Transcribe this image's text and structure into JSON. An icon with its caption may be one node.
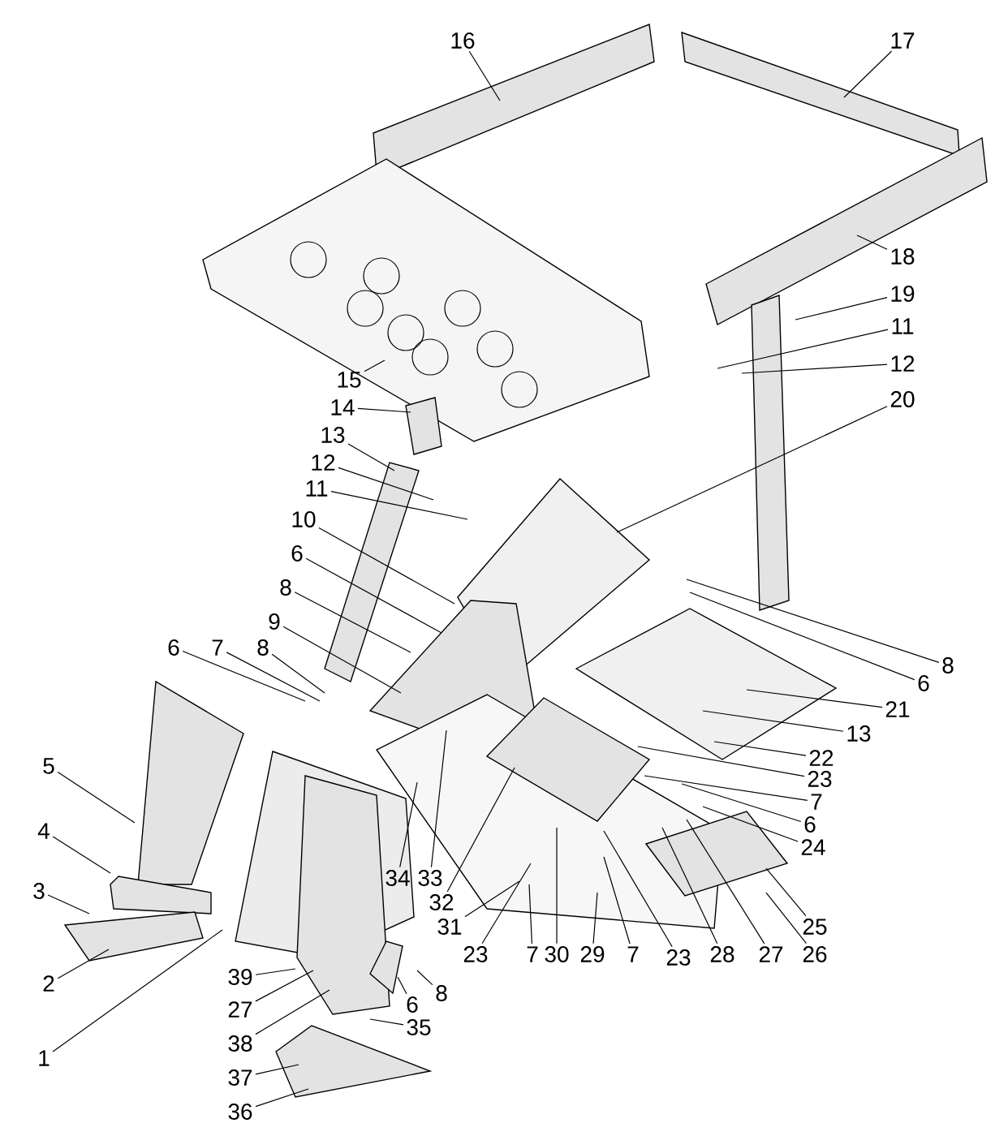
{
  "diagram": {
    "nodes": [
      {
        "text": [
          "16"
        ]
      },
      {
        "text": [
          "17"
        ]
      },
      {
        "text": [
          "18"
        ]
      },
      {
        "text": [
          "19"
        ]
      },
      {
        "text": [
          "11"
        ]
      },
      {
        "text": [
          "12"
        ]
      },
      {
        "text": [
          "15"
        ]
      },
      {
        "text": [
          "20"
        ]
      },
      {
        "text": [
          "14"
        ]
      },
      {
        "text": [
          "13"
        ]
      },
      {
        "text": [
          "12"
        ]
      },
      {
        "text": [
          "11"
        ]
      },
      {
        "text": [
          "10"
        ]
      },
      {
        "text": [
          "6"
        ]
      },
      {
        "text": [
          "8"
        ]
      },
      {
        "text": [
          "9"
        ]
      },
      {
        "text": [
          "8"
        ]
      },
      {
        "text": [
          "6"
        ]
      },
      {
        "text": [
          "7"
        ]
      },
      {
        "text": [
          "8"
        ]
      },
      {
        "text": [
          "6"
        ]
      },
      {
        "text": [
          "21"
        ]
      },
      {
        "text": [
          "13"
        ]
      },
      {
        "text": [
          "22"
        ]
      },
      {
        "text": [
          "5"
        ]
      },
      {
        "text": [
          "23"
        ]
      },
      {
        "text": [
          "7"
        ]
      },
      {
        "text": [
          "6"
        ]
      },
      {
        "text": [
          "4"
        ]
      },
      {
        "text": [
          "24"
        ]
      },
      {
        "text": [
          "34"
        ]
      },
      {
        "text": [
          "33"
        ]
      },
      {
        "text": [
          "3"
        ]
      },
      {
        "text": [
          "32"
        ]
      },
      {
        "text": [
          "31"
        ]
      },
      {
        "text": [
          "25"
        ]
      },
      {
        "text": [
          "23"
        ]
      },
      {
        "text": [
          "7"
        ]
      },
      {
        "text": [
          "30"
        ]
      },
      {
        "text": [
          "29"
        ]
      },
      {
        "text": [
          "7"
        ]
      },
      {
        "text": [
          "23"
        ]
      },
      {
        "text": [
          "28"
        ]
      },
      {
        "text": [
          "27"
        ]
      },
      {
        "text": [
          "26"
        ]
      },
      {
        "text": [
          "39"
        ]
      },
      {
        "text": [
          "2"
        ]
      },
      {
        "text": [
          "27"
        ]
      },
      {
        "text": [
          "8"
        ]
      },
      {
        "text": [
          "6"
        ]
      },
      {
        "text": [
          "35"
        ]
      },
      {
        "text": [
          "38"
        ]
      },
      {
        "text": [
          "1"
        ]
      },
      {
        "text": [
          "37"
        ]
      },
      {
        "text": [
          "36"
        ]
      }
    ],
    "edges": [
      {
        "from": 0,
        "to": null,
        "arrow": "none"
      },
      {
        "from": 1,
        "to": null,
        "arrow": "none"
      },
      {
        "from": 2,
        "to": null,
        "arrow": "none"
      },
      {
        "from": 3,
        "to": null,
        "arrow": "none"
      },
      {
        "from": 4,
        "to": null,
        "arrow": "none"
      },
      {
        "from": 5,
        "to": null,
        "arrow": "none"
      },
      {
        "from": 6,
        "to": null,
        "arrow": "none"
      },
      {
        "from": 7,
        "to": null,
        "arrow": "none"
      },
      {
        "from": 8,
        "to": null,
        "arrow": "none"
      },
      {
        "from": 9,
        "to": null,
        "arrow": "none"
      },
      {
        "from": 10,
        "to": null,
        "arrow": "none"
      },
      {
        "from": 11,
        "to": null,
        "arrow": "none"
      },
      {
        "from": 12,
        "to": null,
        "arrow": "none"
      },
      {
        "from": 13,
        "to": null,
        "arrow": "none"
      },
      {
        "from": 14,
        "to": null,
        "arrow": "none"
      },
      {
        "from": 15,
        "to": null,
        "arrow": "none"
      },
      {
        "from": 16,
        "to": null,
        "arrow": "none"
      },
      {
        "from": 17,
        "to": null,
        "arrow": "none"
      },
      {
        "from": 18,
        "to": null,
        "arrow": "none"
      },
      {
        "from": 19,
        "to": null,
        "arrow": "none"
      },
      {
        "from": 20,
        "to": null,
        "arrow": "none"
      },
      {
        "from": 21,
        "to": null,
        "arrow": "none"
      },
      {
        "from": 22,
        "to": null,
        "arrow": "none"
      },
      {
        "from": 23,
        "to": null,
        "arrow": "none"
      },
      {
        "from": 24,
        "to": null,
        "arrow": "none"
      },
      {
        "from": 25,
        "to": null,
        "arrow": "none"
      },
      {
        "from": 26,
        "to": null,
        "arrow": "none"
      },
      {
        "from": 27,
        "to": null,
        "arrow": "none"
      },
      {
        "from": 28,
        "to": null,
        "arrow": "none"
      },
      {
        "from": 29,
        "to": null,
        "arrow": "none"
      },
      {
        "from": 30,
        "to": null,
        "arrow": "none"
      },
      {
        "from": 31,
        "to": null,
        "arrow": "none"
      },
      {
        "from": 32,
        "to": null,
        "arrow": "none"
      },
      {
        "from": 33,
        "to": null,
        "arrow": "none"
      },
      {
        "from": 34,
        "to": null,
        "arrow": "none"
      },
      {
        "from": 35,
        "to": null,
        "arrow": "none"
      },
      {
        "from": 36,
        "to": null,
        "arrow": "none"
      },
      {
        "from": 37,
        "to": null,
        "arrow": "none"
      },
      {
        "from": 38,
        "to": null,
        "arrow": "none"
      },
      {
        "from": 39,
        "to": null,
        "arrow": "none"
      },
      {
        "from": 40,
        "to": null,
        "arrow": "none"
      },
      {
        "from": 41,
        "to": null,
        "arrow": "none"
      },
      {
        "from": 42,
        "to": null,
        "arrow": "none"
      },
      {
        "from": 43,
        "to": null,
        "arrow": "none"
      },
      {
        "from": 44,
        "to": null,
        "arrow": "none"
      },
      {
        "from": 45,
        "to": null,
        "arrow": "none"
      },
      {
        "from": 46,
        "to": null,
        "arrow": "none"
      },
      {
        "from": 47,
        "to": null,
        "arrow": "none"
      },
      {
        "from": 48,
        "to": null,
        "arrow": "none"
      },
      {
        "from": 49,
        "to": null,
        "arrow": "none"
      },
      {
        "from": 50,
        "to": null,
        "arrow": "none"
      },
      {
        "from": 51,
        "to": null,
        "arrow": "none"
      },
      {
        "from": 52,
        "to": null,
        "arrow": "none"
      },
      {
        "from": 53,
        "to": null,
        "arrow": "none"
      },
      {
        "from": 54,
        "to": null,
        "arrow": "none"
      }
    ]
  }
}
